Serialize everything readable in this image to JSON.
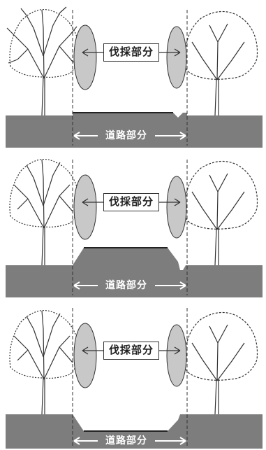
{
  "panels": [
    {
      "id": "flat",
      "cut_label": "伐採部分",
      "road_label": "道路部分"
    },
    {
      "id": "embankment",
      "cut_label": "伐採部分",
      "road_label": "道路部分"
    },
    {
      "id": "excavation",
      "cut_label": "伐採部分",
      "road_label": "道路部分"
    }
  ],
  "colors": {
    "ground": "#7d7d7d",
    "crown": "#c8c8c8",
    "line": "#333333"
  }
}
